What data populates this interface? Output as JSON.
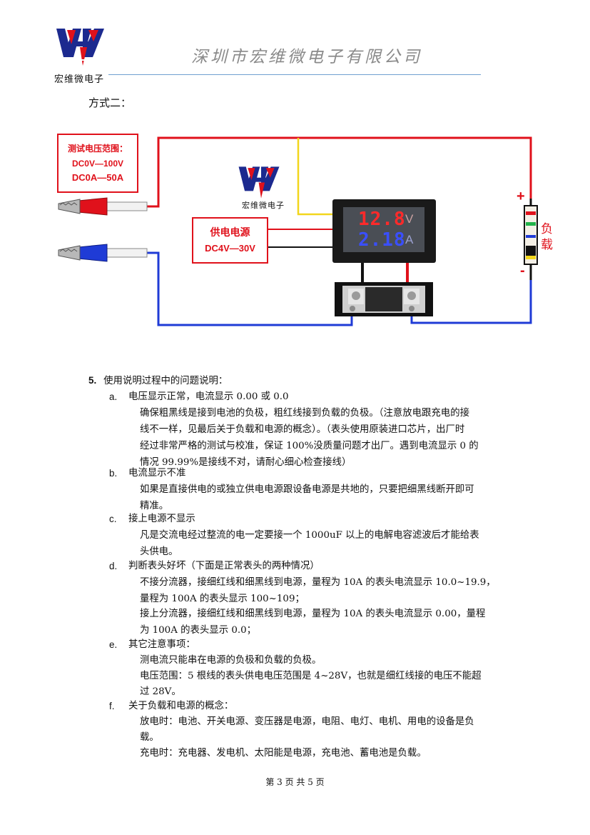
{
  "header": {
    "company": "深圳市宏维微电子有限公司",
    "logo_text": "宏维微电子"
  },
  "method_label": "方式二：",
  "diagram": {
    "range_box": {
      "title": "测试电压范围：",
      "voltage": "DC0V—100V",
      "current": "DC0A—50A"
    },
    "logo_caption": "宏维微电子",
    "psu_box": {
      "title": "供电电源",
      "voltage": "DC4V—30V"
    },
    "display": {
      "voltage": "12.8",
      "current": "2.18",
      "unit_v": "V",
      "unit_a": "A"
    },
    "plus": "+",
    "minus": "-",
    "load_label": "负载",
    "colors": {
      "wire_red": "#e0111b",
      "wire_blue": "#1f3bd6",
      "wire_yellow": "#f2d61c",
      "wire_black": "#111111"
    }
  },
  "section": {
    "number": "5.",
    "title": "使用说明过程中的问题说明：",
    "items": [
      {
        "mark": "a.",
        "heading": "电压显示正常，电流显示 0.00 或 0.0",
        "lines": [
          "确保粗黑线是接到电池的负极，粗红线接到负载的负极。（注意放电跟充电的接",
          "线不一样，见最后关于负载和电源的概念）。（表头使用原装进口芯片，出厂时",
          "经过非常严格的测试与校准，保证 100%没质量问题才出厂。遇到电流显示 0 的",
          "情况 99.99%是接线不对，请耐心细心检查接线）"
        ]
      },
      {
        "mark": "b.",
        "heading": "电流显示不准",
        "lines": [
          "如果是直接供电的或独立供电电源跟设备电源是共地的，只要把细黑线断开即可",
          "精准。"
        ]
      },
      {
        "mark": "c.",
        "heading": "接上电源不显示",
        "lines": [
          "凡是交流电经过整流的电一定要接一个 1000uF 以上的电解电容滤波后才能给表",
          "头供电。"
        ]
      },
      {
        "mark": "d.",
        "heading": "判断表头好坏（下面是正常表头的两种情况）",
        "lines": [
          "不接分流器，接细红线和细黑线到电源，量程为 10A 的表头电流显示 10.0~19.9，",
          "量程为 100A 的表头显示 100~109；",
          "接上分流器，接细红线和细黑线到电源，量程为 10A 的表头电流显示 0.00，量程",
          "为 100A 的表头显示 0.0；"
        ]
      },
      {
        "mark": "e.",
        "heading": "其它注意事项：",
        "lines": [
          "测电流只能串在电源的负极和负载的负极。",
          "电压范围：5 根线的表头供电电压范围是 4~28V，也就是细红线接的电压不能超",
          "过 28V。"
        ]
      },
      {
        "mark": "f.",
        "heading": "关于负载和电源的概念：",
        "lines": [
          "放电时：电池、开关电源、变压器是电源，电阻、电灯、电机、用电的设备是负",
          "载。",
          "充电时：充电器、发电机、太阳能是电源，充电池、蓄电池是负载。"
        ]
      }
    ]
  },
  "footer": "第 3 页 共 5 页"
}
